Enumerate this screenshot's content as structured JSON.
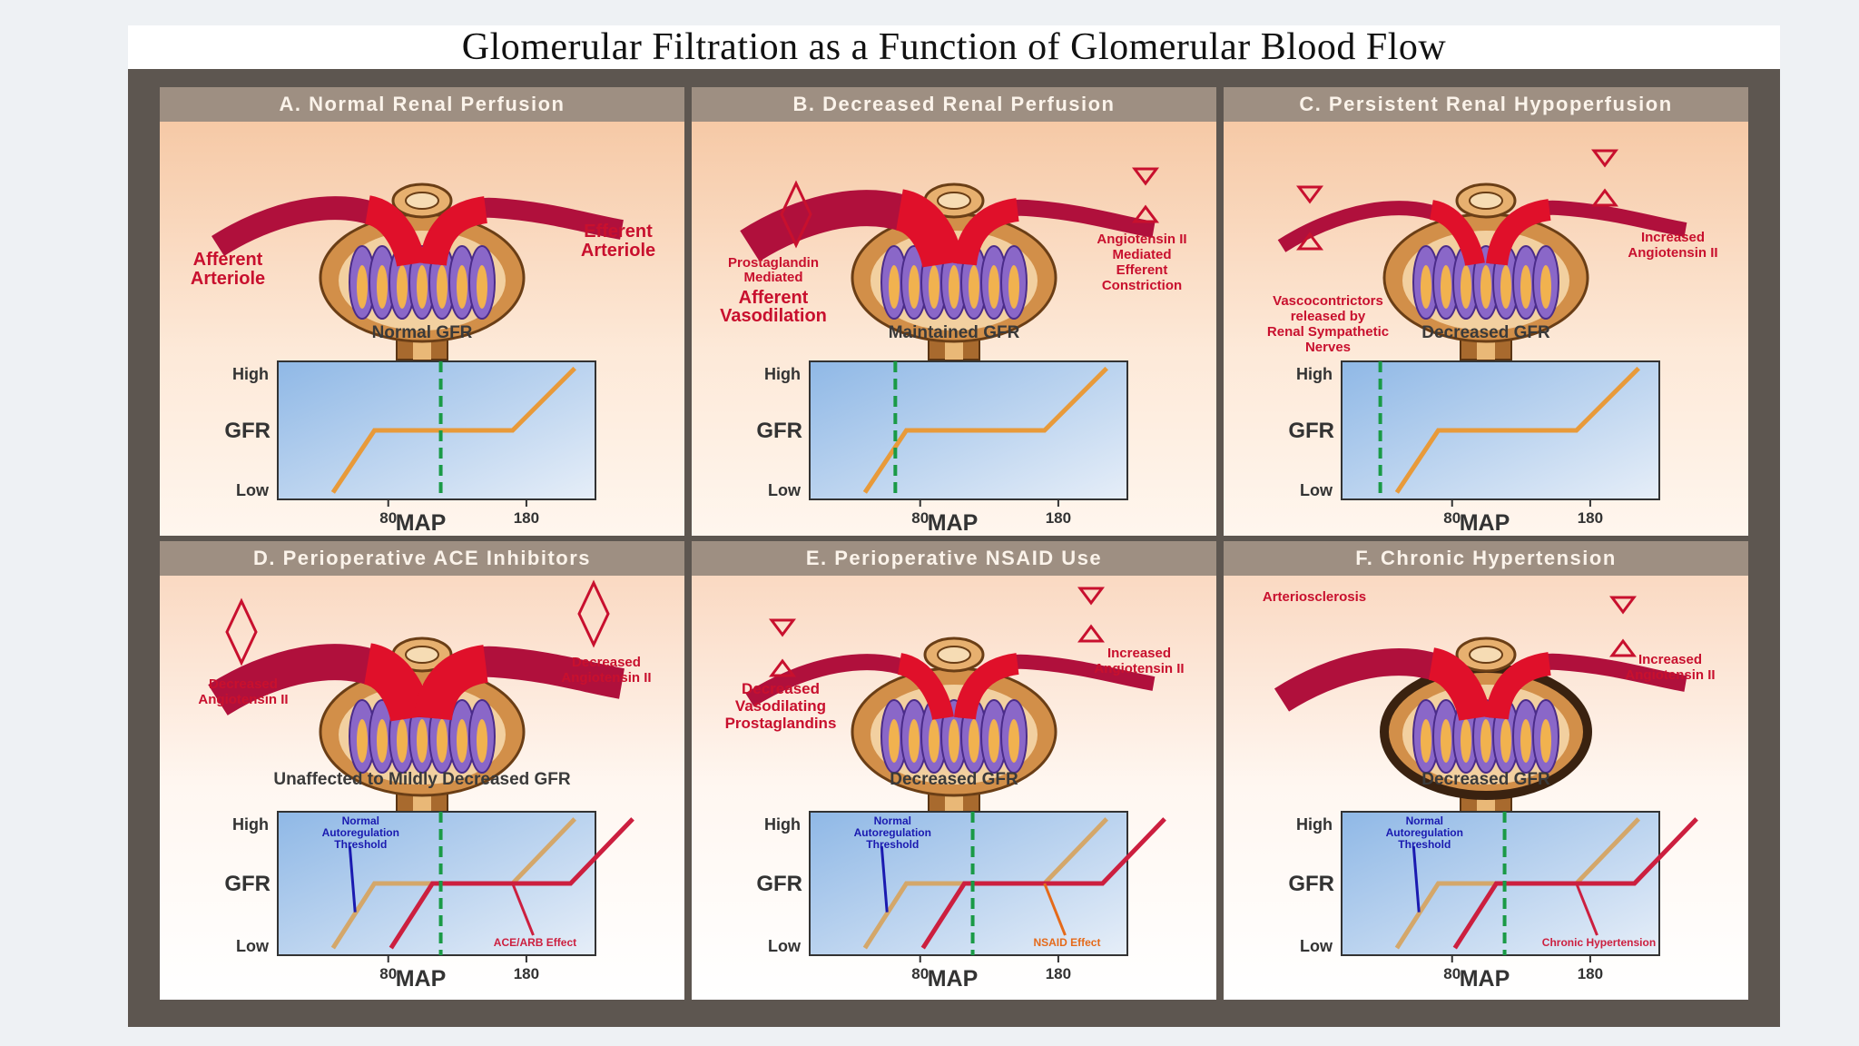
{
  "title": "Glomerular Filtration as a Function of Glomerular Blood Flow",
  "colors": {
    "frame": "#5d5650",
    "header": "#9e8f82",
    "artery": "#e0102a",
    "arteryDark": "#b0103c",
    "capsule": "#a86a2e",
    "capillary": "#8a67c8",
    "gfrLine": "#e89a3a",
    "shiftedLine": "#cc1f3f",
    "threshold": "#1a9a46",
    "labelRed": "#c8102e",
    "labelBlue": "#1a1ab0"
  },
  "axis": {
    "high": "High",
    "low": "Low",
    "gfr": "GFR",
    "map": "MAP",
    "tick80": "80",
    "tick180": "180"
  },
  "panels": [
    {
      "id": "A",
      "header": "A. Normal Renal Perfusion",
      "gfr_label": "Normal GFR",
      "labels": {
        "left": [
          "Afferent",
          "Arteriole"
        ],
        "right": [
          "Efferent",
          "Arteriole"
        ]
      }
    },
    {
      "id": "B",
      "header": "B. Decreased Renal Perfusion",
      "gfr_label": "Maintained GFR",
      "labels": {
        "left_small": [
          "Prostaglandin",
          "Mediated"
        ],
        "left_big": [
          "Afferent",
          "Vasodilation"
        ],
        "right": [
          "Angiotensin II",
          "Mediated",
          "Efferent",
          "Constriction"
        ]
      }
    },
    {
      "id": "C",
      "header": "C. Persistent Renal Hypoperfusion",
      "gfr_label": "Decreased GFR",
      "labels": {
        "left": [
          "Vascocontrictors",
          "released by",
          "Renal Sympathetic",
          "Nerves"
        ],
        "right": [
          "Increased",
          "Angiotensin II"
        ]
      }
    },
    {
      "id": "D",
      "header": "D. Perioperative ACE Inhibitors",
      "gfr_label": "Unaffected to Mildly Decreased GFR",
      "labels": {
        "left": [
          "Decreased",
          "Angiotensin II"
        ],
        "right": [
          "Decreased",
          "Angiotensin II"
        ]
      },
      "annotations": {
        "threshold": [
          "Normal",
          "Autoregulation",
          "Threshold"
        ],
        "effect": "ACE/ARB Effect"
      }
    },
    {
      "id": "E",
      "header": "E. Perioperative NSAID Use",
      "gfr_label": "Decreased GFR",
      "labels": {
        "left": [
          "Decreased",
          "Vasodilating",
          "Prostaglandins"
        ],
        "right": [
          "Increased",
          "Angiotensin II"
        ]
      },
      "annotations": {
        "threshold": [
          "Normal",
          "Autoregulation",
          "Threshold"
        ],
        "effect": "NSAID Effect"
      }
    },
    {
      "id": "F",
      "header": "F. Chronic Hypertension",
      "gfr_label": "Decreased GFR",
      "labels": {
        "left": [
          "Arteriosclerosis"
        ],
        "right": [
          "Increased",
          "Angiotensin II"
        ]
      },
      "annotations": {
        "threshold": [
          "Normal",
          "Autoregulation",
          "Threshold"
        ],
        "effect": "Chronic Hypertension"
      }
    }
  ]
}
